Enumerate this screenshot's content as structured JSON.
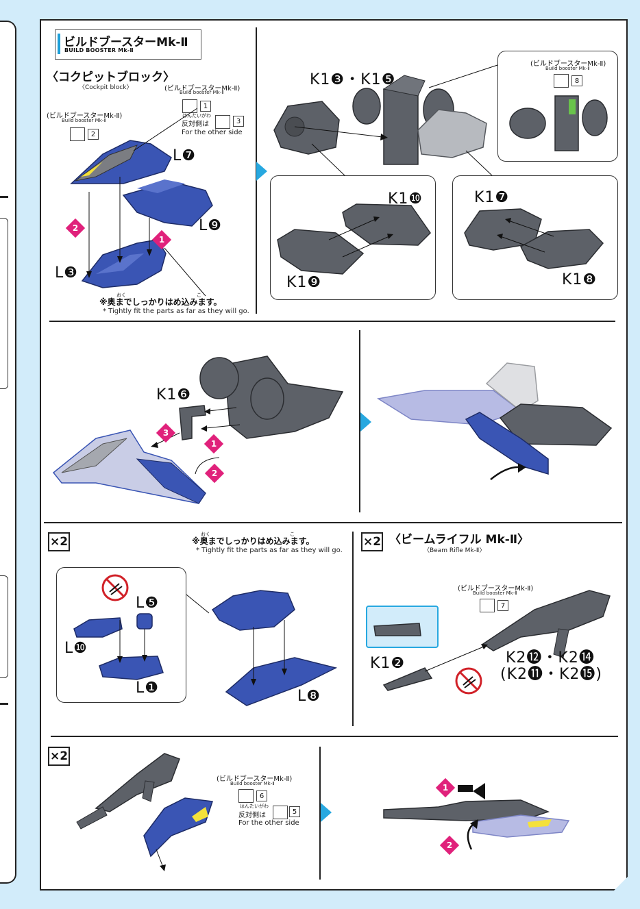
{
  "header": {
    "title_jp": "ビルドブースターMk-Ⅱ",
    "title_en": "BUILD BOOSTER Mk-Ⅱ"
  },
  "cockpit": {
    "heading": "〈コクピットブロック〉",
    "sub": "〈Cockpit block〉",
    "sticker_label_jp": "ビルドブースターMk-Ⅱ",
    "sticker_label_en": "Build booster Mk-Ⅱ",
    "sticker_a": "2",
    "sticker_b": "1",
    "sticker_c": "3",
    "other_side_jp": "反対側は",
    "other_side_ruby": "はんたいがわ",
    "other_side_en": "For the other side",
    "part_l7": "L❼",
    "part_l9": "L❾",
    "part_l3": "L❸",
    "step1": "1",
    "step2": "2",
    "note_jp": "※奥までしっかりはめ込みます。",
    "note_ruby_oku": "おく",
    "note_ruby_ko": "こ",
    "note_en": "* Tightly fit the parts as far as they will go."
  },
  "booster": {
    "part_k13_15": "K1❸・K1❺",
    "sticker_label_jp": "ビルドブースターMk-Ⅱ",
    "sticker_label_en": "Build booster Mk-Ⅱ",
    "sticker_8": "8",
    "part_k110": "K1❿",
    "part_k19": "K1❾",
    "part_k17": "K1❼",
    "part_k18": "K1❽"
  },
  "assembly": {
    "part_k16": "K1❻",
    "step1": "1",
    "step2": "2",
    "step3": "3"
  },
  "section3": {
    "multiplier": "×2",
    "note_jp": "※奥までしっかりはめ込みます。",
    "note_ruby_oku": "おく",
    "note_ruby_ko": "こ",
    "note_en": "* Tightly fit the parts as far as they will go.",
    "part_l5": "L❺",
    "part_l10": "L❿",
    "part_l1": "L❶",
    "part_l8": "L❽"
  },
  "rifle": {
    "multiplier": "×2",
    "heading": "〈ビームライフル Mk-Ⅱ〉",
    "sub": "〈Beam Rifle Mk-Ⅱ〉",
    "sticker_label_jp": "ビルドブースターMk-Ⅱ",
    "sticker_label_en": "Build booster Mk-Ⅱ",
    "sticker_7": "7",
    "part_k12": "K1❷",
    "part_k2_main": "K2⓬・K2⓮",
    "part_k2_alt": "(K2⓫・K2⓯)"
  },
  "final": {
    "multiplier": "×2",
    "sticker_label_jp": "ビルドブースターMk-Ⅱ",
    "sticker_label_en": "Build booster Mk-Ⅱ",
    "sticker_6": "6",
    "sticker_5": "5",
    "other_side_jp": "反対側は",
    "other_side_ruby": "はんたいがわ",
    "other_side_en": "For the other side",
    "step1": "1",
    "step2": "2"
  },
  "colors": {
    "accent_blue": "#1fa0d8",
    "step_pink": "#e0217b",
    "part_blue": "#3a55b4",
    "part_gray": "#5d6168",
    "bg": "#d2ecfa"
  }
}
